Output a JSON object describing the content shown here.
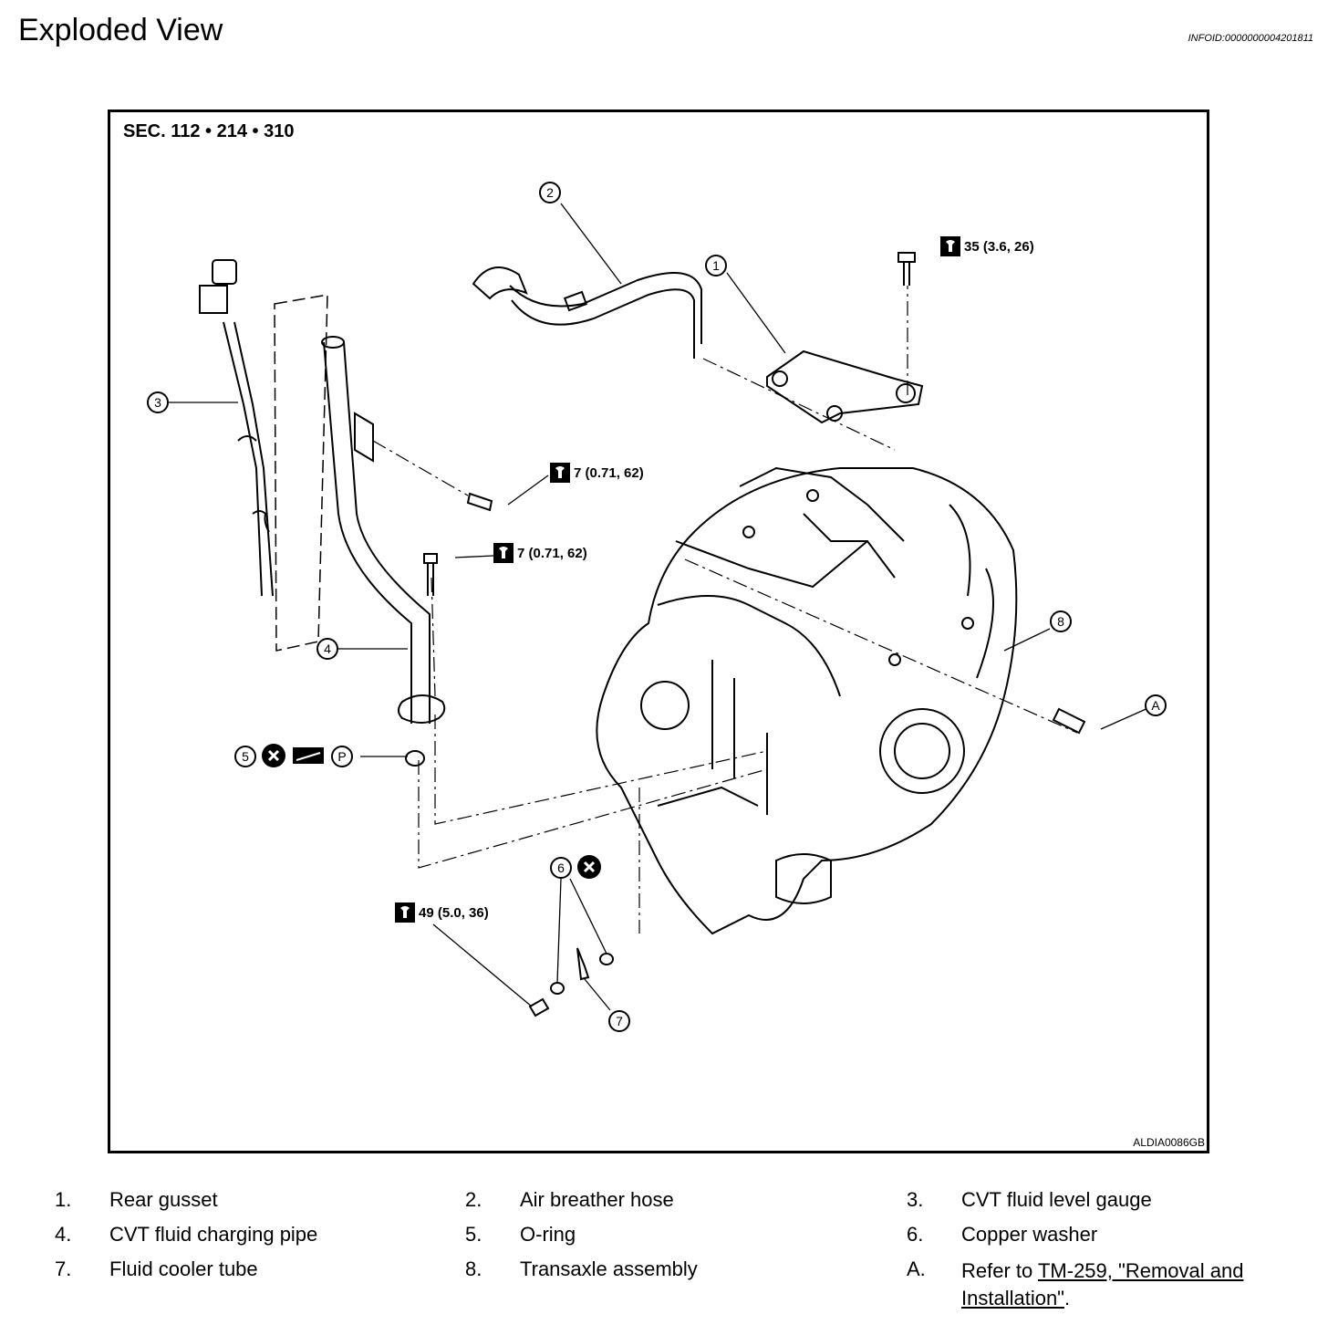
{
  "header": {
    "title": "Exploded View",
    "info_id": "INFOID:0000000004201811"
  },
  "figure": {
    "section_code": "SEC. 112 • 214 • 310",
    "figure_id": "ALDIA0086GB",
    "torques": {
      "bolt_gusset": "35 (3.6, 26)",
      "bolt_pipe_bracket": "7 (0.71, 62)",
      "bolt_pipe_flange": "7 (0.71, 62)",
      "bolt_cooler": "49 (5.0, 36)"
    },
    "callouts": {
      "c1": "1",
      "c2": "2",
      "c3": "3",
      "c4": "4",
      "c5": "5",
      "c6": "6",
      "c7": "7",
      "c8": "8",
      "cA": "A",
      "cP": "P"
    }
  },
  "legend": {
    "items": [
      {
        "num": "1.",
        "label": "Rear gusset"
      },
      {
        "num": "2.",
        "label": "Air breather hose"
      },
      {
        "num": "3.",
        "label": "CVT fluid level gauge"
      },
      {
        "num": "4.",
        "label": "CVT fluid charging pipe"
      },
      {
        "num": "5.",
        "label": "O-ring"
      },
      {
        "num": "6.",
        "label": "Copper washer"
      },
      {
        "num": "7.",
        "label": "Fluid cooler tube"
      },
      {
        "num": "8.",
        "label": "Transaxle assembly"
      }
    ],
    "ref": {
      "num": "A.",
      "prefix": "Refer to ",
      "link_line1": "TM-259, \"Removal and ",
      "link_line2": "Installation\"",
      "suffix": "."
    }
  }
}
